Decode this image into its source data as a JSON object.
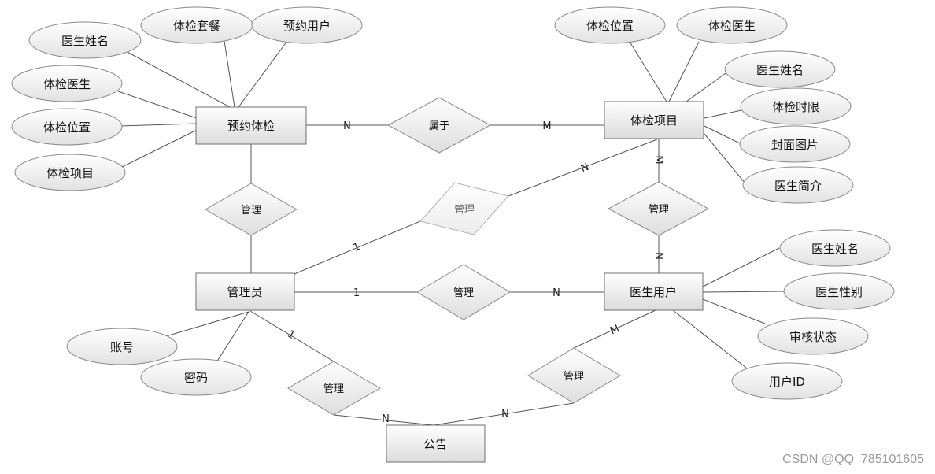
{
  "diagram": {
    "entities": {
      "appointment": "预约体检",
      "exam_item": "体检项目",
      "admin": "管理员",
      "doctor_user": "医生用户",
      "notice": "公告"
    },
    "appointment_attrs": [
      "医生姓名",
      "体检套餐",
      "预约用户",
      "体检医生",
      "体检位置",
      "体检项目"
    ],
    "exam_item_attrs": [
      "体检位置",
      "体检医生",
      "医生姓名",
      "体检时限",
      "封面图片",
      "医生简介"
    ],
    "doctor_user_attrs": [
      "医生姓名",
      "医生性别",
      "审核状态",
      "用户ID"
    ],
    "admin_attrs": [
      "账号",
      "密码"
    ],
    "relationships": {
      "belongs": "属于",
      "manage_appointment": "管理",
      "manage_exam_item": "管理",
      "manage_item_doctor": "管理",
      "manage_doctor": "管理",
      "manage_notice": "管理",
      "doctor_notice": "管理"
    },
    "cardinality": {
      "belongs_left": "N",
      "belongs_right": "M",
      "admin_item_admin": "1",
      "admin_item_item": "N",
      "item_doctor_top": "M",
      "item_doctor_bottom": "N",
      "admin_doctor_admin": "1",
      "admin_doctor_doctor": "N",
      "admin_notice_admin": "1",
      "admin_notice_notice": "N",
      "doctor_notice_doctor": "M",
      "doctor_notice_notice": "N"
    }
  },
  "watermark": "CSDN @QQ_785101605"
}
